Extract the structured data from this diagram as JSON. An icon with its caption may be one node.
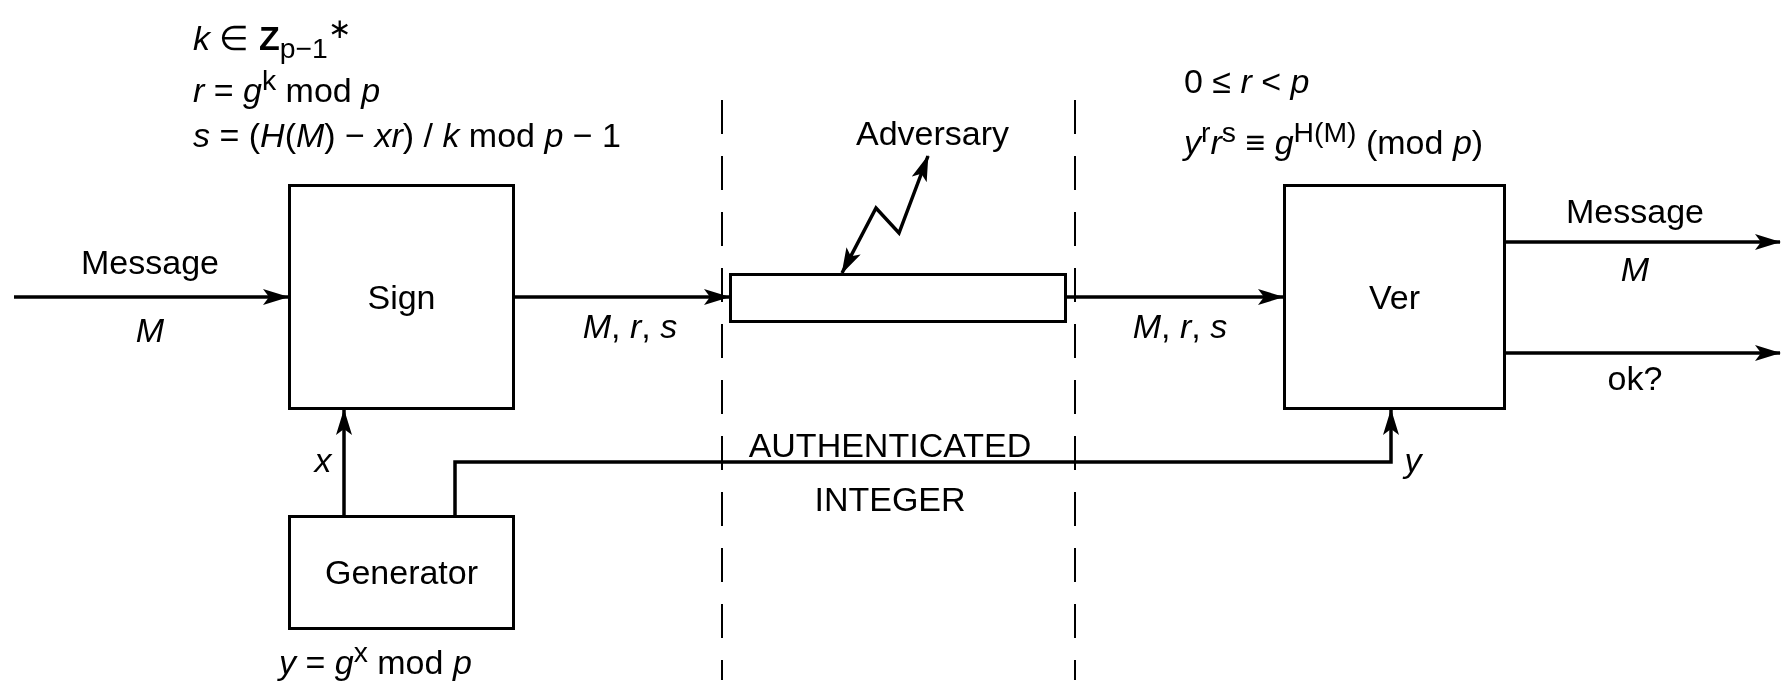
{
  "diagram": {
    "nodes": [
      {
        "text": [
          "Sign"
        ],
        "beside": [
          "*k* ∈ **Z**$_{p−1}$$^{∗}$",
          "*r* = *g*$^{k}$ mod *p*",
          "*s* = (*H*(*M*) − *xr*) / *k* mod *p* − 1"
        ]
      },
      {
        "text": [
          "Generator"
        ],
        "beside": [
          "*y* = *g*$^{x}$ mod *p*"
        ]
      },
      {
        "text": [],
        "shape": "bar"
      },
      {
        "text": [
          "Adversary"
        ]
      },
      {
        "text": [
          "Ver"
        ],
        "beside": [
          "0 ≤ *r* < *p*",
          "*y*$^{r}$*r*$^{s}$ ≡ *g*$^{H(M)}$ (mod *p*)"
        ]
      }
    ],
    "edges": [
      {
        "from": null,
        "to": 0,
        "arrow": "to",
        "label": "Message *M*"
      },
      {
        "from": 0,
        "to": 2,
        "arrow": "to",
        "label": "*M*, *r*, *s*"
      },
      {
        "from": 2,
        "to": 4,
        "arrow": "to",
        "label": "*M*, *r*, *s*"
      },
      {
        "from": 1,
        "to": 0,
        "arrow": "to",
        "label": "*x*"
      },
      {
        "from": 1,
        "to": 4,
        "arrow": "to",
        "label": "*y*"
      },
      {
        "from": 4,
        "to": null,
        "arrow": "to",
        "label": "Message *M*"
      },
      {
        "from": 4,
        "to": null,
        "arrow": "to",
        "label": "ok?"
      },
      {
        "from": 2,
        "to": 3,
        "arrow": "both"
      }
    ],
    "labels": [
      "AUTHENTICATED INTEGER"
    ]
  }
}
